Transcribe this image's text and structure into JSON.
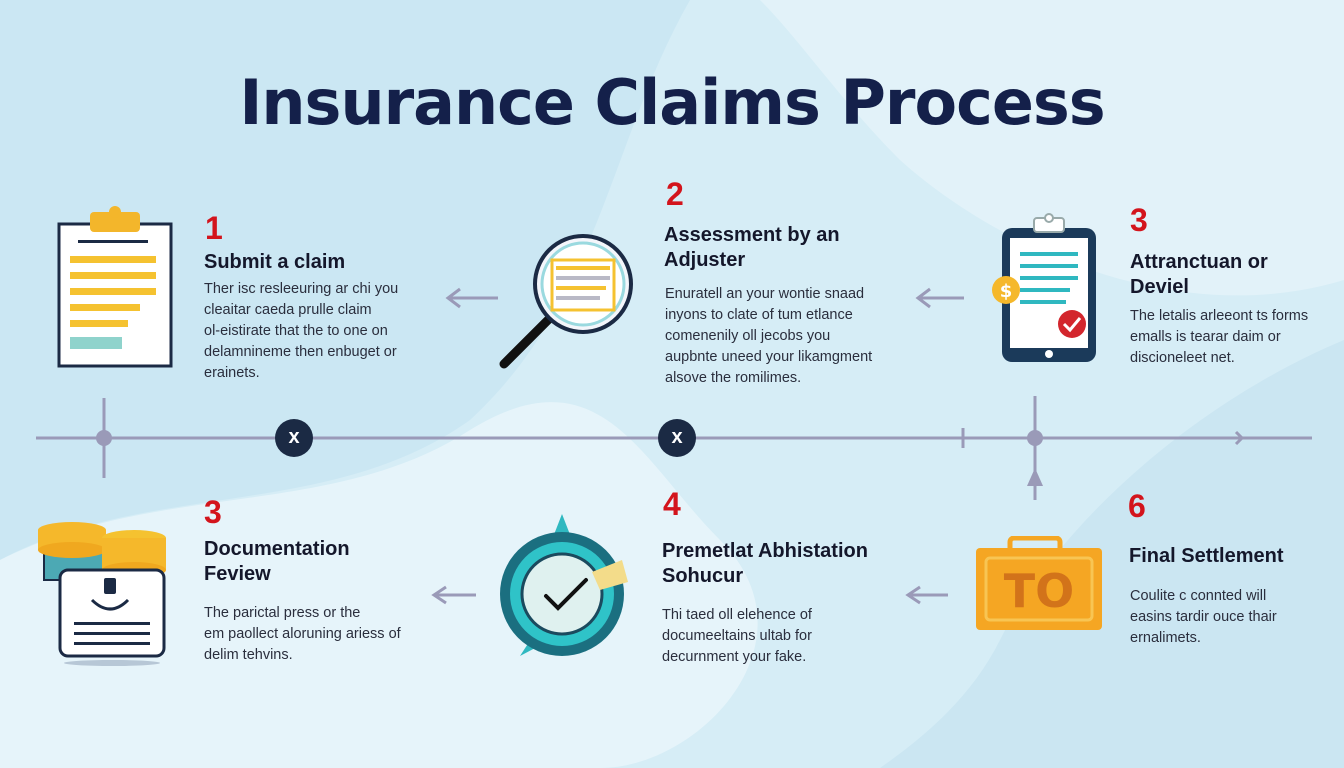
{
  "title": "Insurance Claims Process",
  "colors": {
    "background": "#d9eef7",
    "title": "#14204a",
    "step_number": "#d3141c",
    "timeline": "#9a9ab8",
    "node_dark": "#1b2a44",
    "accent_yellow": "#f5c230",
    "accent_teal": "#2fb8c0"
  },
  "timeline": {
    "markers": [
      {
        "symbol": "x",
        "icon": "close-icon"
      },
      {
        "symbol": "x",
        "icon": "close-icon"
      }
    ]
  },
  "steps": [
    {
      "number": "1",
      "heading": "Submit a claim",
      "description": [
        "Ther isc resleeuring ar chi you",
        "cleaitar caeda prulle claim",
        "ol-eistirate that the to one on",
        "delamnineme then enbuget or",
        "erainets."
      ],
      "icon": "clipboard-icon"
    },
    {
      "number": "2",
      "heading": "Assessment by an Adjuster",
      "description": [
        "Enuratell an your wontie snaad",
        "inyons to clate of tum etlance",
        "comenenily oll jecobs you",
        "aupbnte uneed your likamgment",
        "alsove the romilimes."
      ],
      "icon": "magnifier-icon"
    },
    {
      "number": "3",
      "heading": "Attranctuan or Deviel",
      "description": [
        "The letalis arleeont ts forms",
        "emalls is tearar daim or",
        "discioneleet net."
      ],
      "icon": "tablet-checklist-icon"
    },
    {
      "number": "3",
      "heading": "Documentation Feview",
      "description": [
        "The parictal press or the",
        "em paollect aloruning ariess of",
        "delim tehvins."
      ],
      "icon": "coins-document-icon"
    },
    {
      "number": "4",
      "heading": "Premetlat Abhistation Sohucur",
      "description": [
        "Thi taed oll elehence of",
        "documeeltains ultab for",
        "decurnment your fake."
      ],
      "icon": "check-dial-icon"
    },
    {
      "number": "6",
      "heading": "Final Settlement",
      "description": [
        "Coulite c connted will",
        "easins tardir ouce thair",
        "ernalimets."
      ],
      "icon": "payment-ticket-icon"
    }
  ],
  "ticket_text": "TO"
}
